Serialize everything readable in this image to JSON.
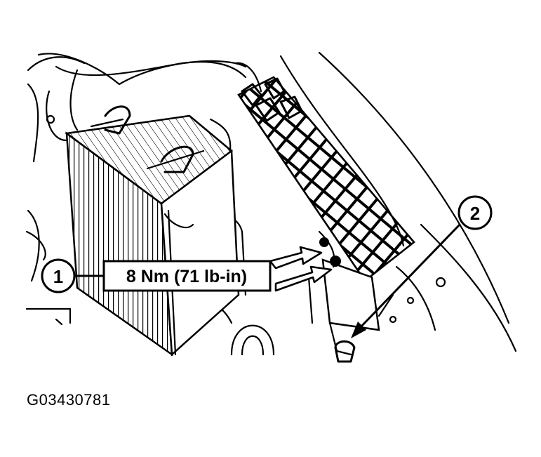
{
  "callouts": [
    {
      "number": "1"
    },
    {
      "number": "2"
    }
  ],
  "torque_label": "8 Nm (71 lb-in)",
  "figure_id": "G03430781"
}
